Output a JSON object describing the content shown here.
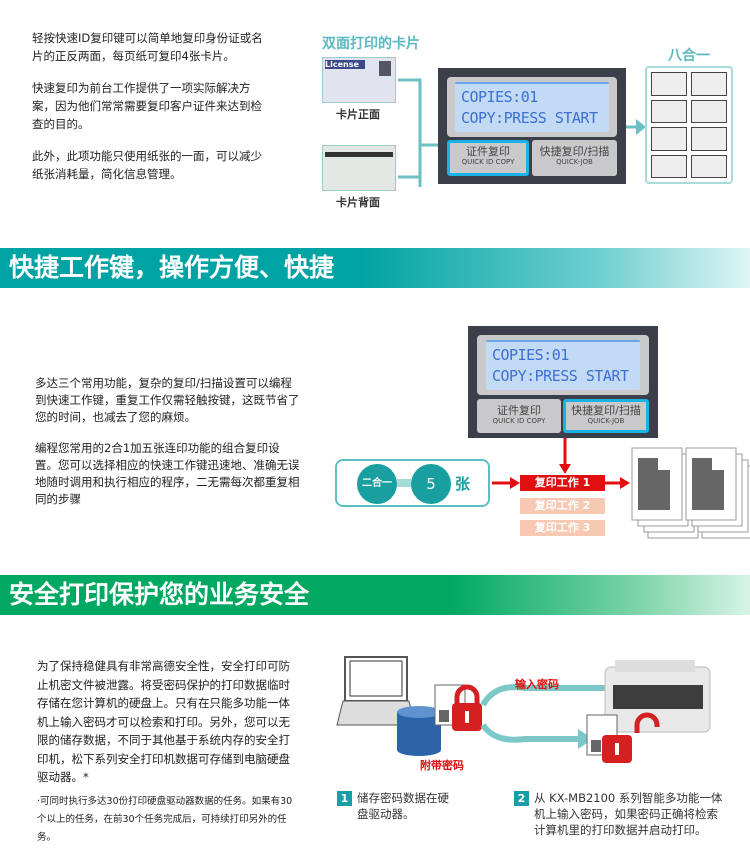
{
  "section1": {
    "paragraphs": [
      "轻按快速ID复印键可以简单地复印身份证或名片的正反两面，每页纸可复印4张卡片。",
      "快速复印为前台工作提供了一项实际解决方案，因为他们常常需要复印客户证件来达到检查的目的。",
      "此外，此项功能只使用纸张的一面，可以减少纸张消耗量，简化信息管理。"
    ],
    "title": "双面打印的卡片",
    "card_front": "卡片正面",
    "card_back": "卡片背面",
    "eight_in_one": "八合一",
    "card_text": "License",
    "lcd": [
      "COPIES:01",
      "COPY:PRESS START"
    ],
    "btn_id": {
      "cn": "证件复印",
      "en": "QUICK ID COPY"
    },
    "btn_job": {
      "cn": "快捷复印/扫描",
      "en": "QUICK-JOB"
    },
    "highlighted": "btn_id"
  },
  "banner1": "快捷工作键，操作方便、快捷",
  "section2": {
    "paragraphs": [
      "多达三个常用功能，复杂的复印/扫描设置可以编程到快速工作键，重复工作仅需轻触按键，这既节省了您的时间，也减去了您的麻烦。",
      "编程您常用的2合1加五张连印功能的组合复印设置。您可以选择相应的快速工作键迅速地、准确无误地随时调用和执行相应的程序，二无需每次都重复相同的步骤"
    ],
    "combo": {
      "a": "二合一",
      "b": "5",
      "unit": "张"
    },
    "jobs": [
      "复印工作 1",
      "复印工作 2",
      "复印工作 3"
    ],
    "highlighted": "btn_job"
  },
  "banner2": "安全打印保护您的业务安全",
  "section3": {
    "paragraph": "为了保持稳健具有非常高德安全性，安全打印可防止机密文件被泄露。将受密码保护的打印数据临时存储在您计算机的硬盘上。只有在只能多功能一体机上输入密码才可以检索和打印。另外，您可以无限的储存数据，不同于其他基于系统内存的安全打印机，松下系列安全打印机数据可存储到电脑硬盘驱动器。*",
    "footnote": "·可同时执行多达30份打印硬盘驱动器数据的任务。如果有30个以上的任务，在前30个任务完成后，可持续打印另外的任务。",
    "with_password": "附带密码",
    "enter_password": "输入密码",
    "steps": [
      {
        "num": "1",
        "text": "储存密码数据在硬盘驱动器。"
      },
      {
        "num": "2",
        "text": "从 KX-MB2100 系列智能多功能一体机上输入密码，如果密码正确将检索计算机里的打印数据并启动打印。"
      }
    ]
  },
  "colors": {
    "teal": "#00a3a3",
    "green": "#00a862",
    "red": "#e01010",
    "lcd_text": "#3d6fd4",
    "highlight": "#19b2e6"
  }
}
